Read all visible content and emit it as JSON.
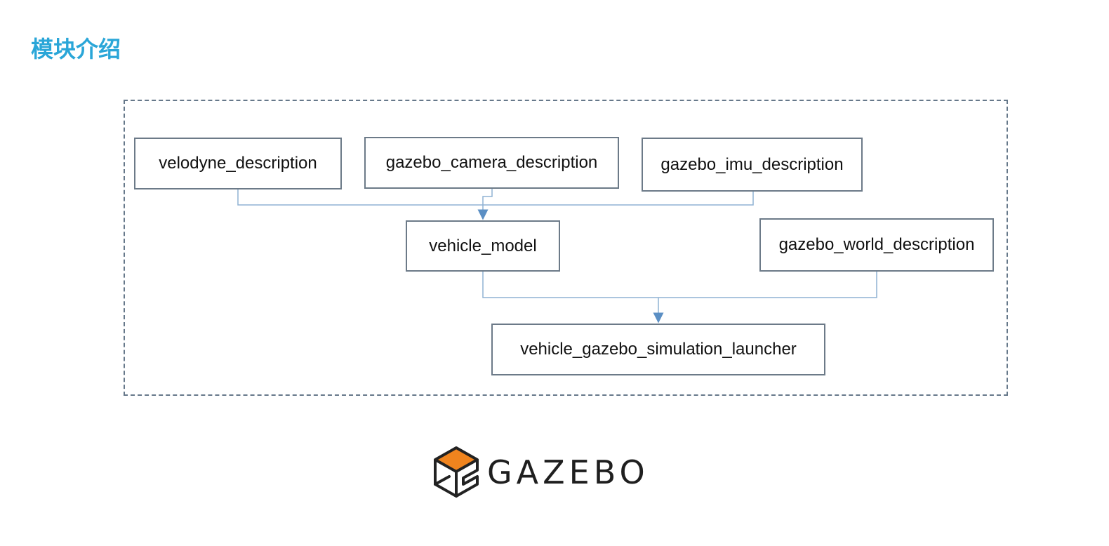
{
  "slide": {
    "title": "模块介绍",
    "title_color": "#2aa6d8"
  },
  "diagram": {
    "modules": {
      "velodyne": "velodyne_description",
      "camera": "gazebo_camera_description",
      "imu": "gazebo_imu_description",
      "vehicle": "vehicle_model",
      "world": "gazebo_world_description",
      "launcher": "vehicle_gazebo_simulation_launcher"
    },
    "edges": [
      {
        "from": "velodyne_description",
        "to": "vehicle_model"
      },
      {
        "from": "gazebo_camera_description",
        "to": "vehicle_model"
      },
      {
        "from": "gazebo_imu_description",
        "to": "vehicle_model"
      },
      {
        "from": "vehicle_model",
        "to": "vehicle_gazebo_simulation_launcher"
      },
      {
        "from": "gazebo_world_description",
        "to": "vehicle_gazebo_simulation_launcher"
      }
    ],
    "connector_color": "#8fb2d3",
    "arrow_color": "#5b8fc4"
  },
  "logo": {
    "wordmark": "GAZEBO",
    "icon": "gazebo-cube-logo-icon",
    "accent_color": "#f0841e"
  }
}
